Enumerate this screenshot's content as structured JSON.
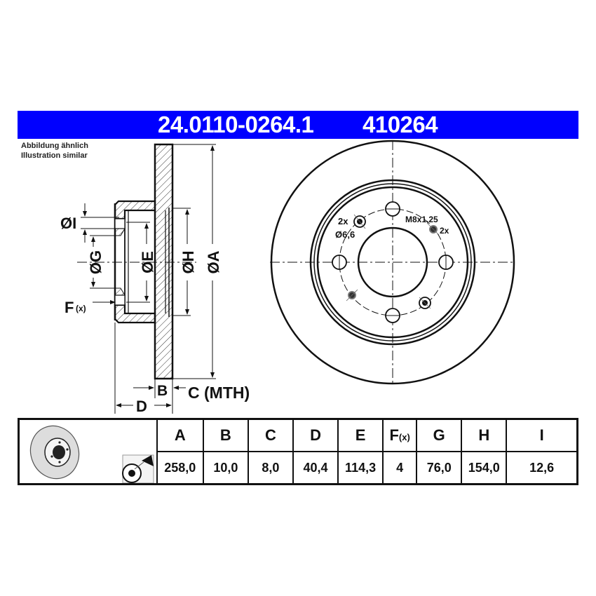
{
  "header": {
    "part_number": "24.0110-0264.1",
    "short_number": "410264",
    "band_color": "#0000ff"
  },
  "note": {
    "line1": "Abbildung ähnlich",
    "line2": "Illustration similar"
  },
  "section_view": {
    "labels": {
      "I": "ØI",
      "G": "ØG",
      "E": "ØE",
      "H": "ØH",
      "A": "ØA",
      "F": "F",
      "F_sub": "(x)",
      "B": "B",
      "C": "C (MTH)",
      "D": "D"
    }
  },
  "front_view": {
    "callout_left_count": "2x",
    "callout_left_diameter": "Ø6,6",
    "callout_right_thread": "M8x1,25",
    "callout_right_count": "2x"
  },
  "table": {
    "icons": [
      "brake-disc-icon",
      "coating-spray-icon"
    ],
    "columns": [
      {
        "key": "A",
        "label": "A",
        "value": "258,0"
      },
      {
        "key": "B",
        "label": "B",
        "value": "10,0"
      },
      {
        "key": "C",
        "label": "C",
        "value": "8,0"
      },
      {
        "key": "D",
        "label": "D",
        "value": "40,4"
      },
      {
        "key": "E",
        "label": "E",
        "value": "114,3"
      },
      {
        "key": "F",
        "label": "F",
        "label_sub": "(x)",
        "value": "4"
      },
      {
        "key": "G",
        "label": "G",
        "value": "76,0"
      },
      {
        "key": "H",
        "label": "H",
        "value": "154,0"
      },
      {
        "key": "I",
        "label": "I",
        "value": "12,6"
      }
    ]
  }
}
